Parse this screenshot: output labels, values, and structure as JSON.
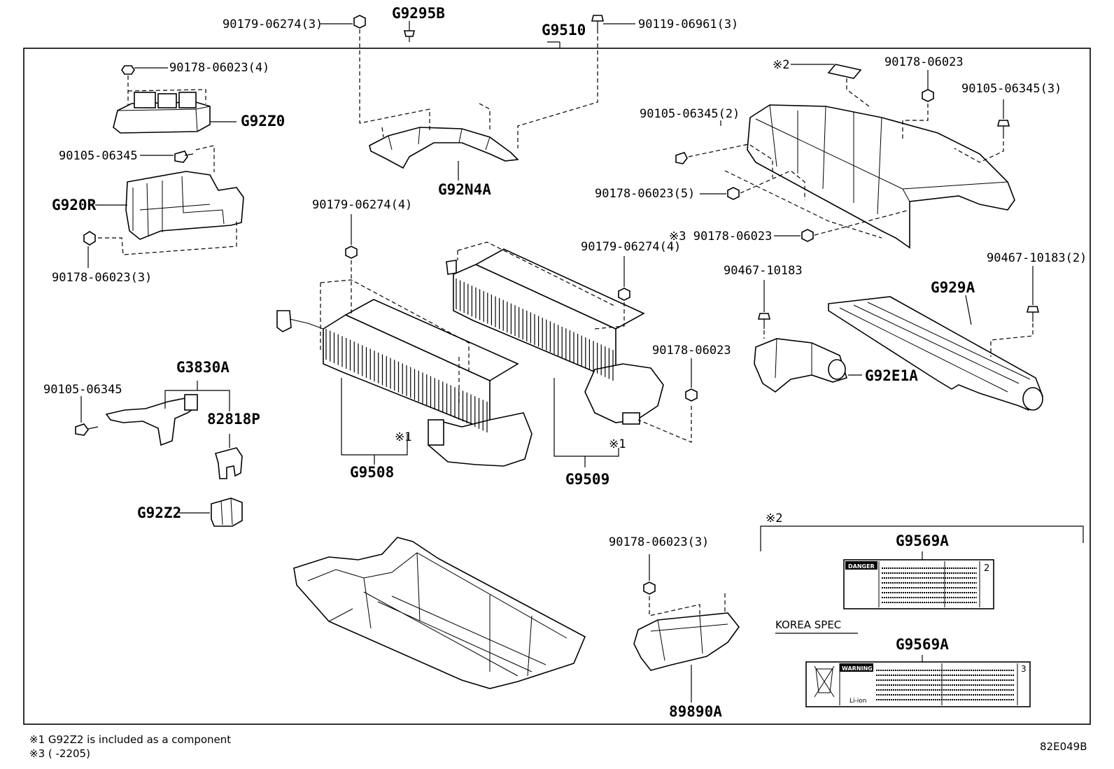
{
  "callouts": {
    "p_90179_06274_3": "90179-06274(3)",
    "p_g9295b": "G9295B",
    "p_g9510": "G9510",
    "p_90119_06961_3": "90119-06961(3)",
    "p_90178_06023_4": "90178-06023(4)",
    "p_g92z0": "G92Z0",
    "p_90105_06345_a": "90105-06345",
    "p_g920r": "G920R",
    "p_90178_06023_3a": "90178-06023(3)",
    "p_g92n4a": "G92N4A",
    "p_90179_06274_4a": "90179-06274(4)",
    "p_90179_06274_4b": "90179-06274(4)",
    "p_ref2_top": "※2",
    "p_90178_06023_a": "90178-06023",
    "p_90105_06345_3": "90105-06345(3)",
    "p_90105_06345_2": "90105-06345(2)",
    "p_90178_06023_5": "90178-06023(5)",
    "p_ref3_90178": "※3 90178-06023",
    "p_90467_10183": "90467-10183",
    "p_90467_10183_2": "90467-10183(2)",
    "p_g929a": "G929A",
    "p_g92e1a": "G92E1A",
    "p_90178_06023_b": "90178-06023",
    "p_g3830a": "G3830A",
    "p_90105_06345_b": "90105-06345",
    "p_82818p": "82818P",
    "p_g9508": "G9508",
    "p_ref1_a": "※1",
    "p_g9509": "G9509",
    "p_ref1_b": "※1",
    "p_g92z2": "G92Z2",
    "p_90178_06023_3b": "90178-06023(3)",
    "p_89890a": "89890A",
    "p_ref2_box": "※2",
    "p_g9569a_a": "G9569A",
    "p_korea_spec": "KOREA SPEC",
    "p_g9569a_b": "G9569A",
    "label_a_header": "DANGER",
    "label_a_num": "2",
    "label_b_header": "WARNING",
    "label_b_num": "3",
    "label_b_footer": "Li-ion"
  },
  "footnotes": {
    "note1": "※1 G92Z2 is included as a component",
    "note3": "※3 (     -2205)",
    "diagram_code": "82E049B"
  }
}
